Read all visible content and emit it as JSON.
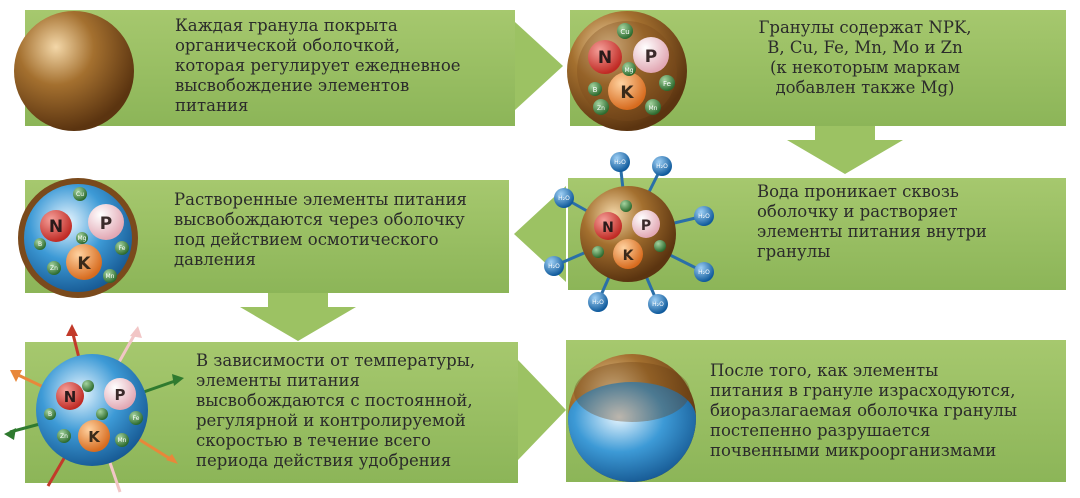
{
  "steps": [
    {
      "text": "Каждая гранула покрыта\nорганической оболочкой,\nкоторая регулирует ежедневное\nвысвобождение элементов\nпитания"
    },
    {
      "text": "Гранулы содержат NPK,\nB, Cu, Fe, Mn, Mo и Zn\n(к некоторым маркам\nдобавлен также Mg)"
    },
    {
      "text": "Вода проникает сквозь\nоболочку и растворяет\nэлементы питания внутри\nгранулы"
    },
    {
      "text": "Растворенные элементы питания\nвысвобождаются через оболочку\nпод действием осмотического\nдавления"
    },
    {
      "text": "В зависимости от температуры,\nэлементы питания\nвысвобождаются с постоянной,\nрегулярной и контролируемой\nскоростью в течение всего\nпериода действия удобрения"
    },
    {
      "text": "После того, как элементы\nпитания в грануле израсходуются,\nбиоразлагаемая оболочка гранулы\nпостепенно разрушается\nпочвенными микроорганизмами"
    }
  ],
  "elements": {
    "n": "N",
    "p": "P",
    "k": "K",
    "cu": "Cu",
    "mg": "Mg",
    "fe": "Fe",
    "b": "B",
    "mn": "Mn",
    "zn": "Zn",
    "water": "H₂O"
  },
  "colors": {
    "panel": "#9cc263",
    "arrow": "#9cc263",
    "shell": "#8a5a2a",
    "water": "#2e86c8",
    "n": "#d93b35",
    "p": "#f0c8cf",
    "k": "#e8873a",
    "minor": "#3b7d3b"
  }
}
